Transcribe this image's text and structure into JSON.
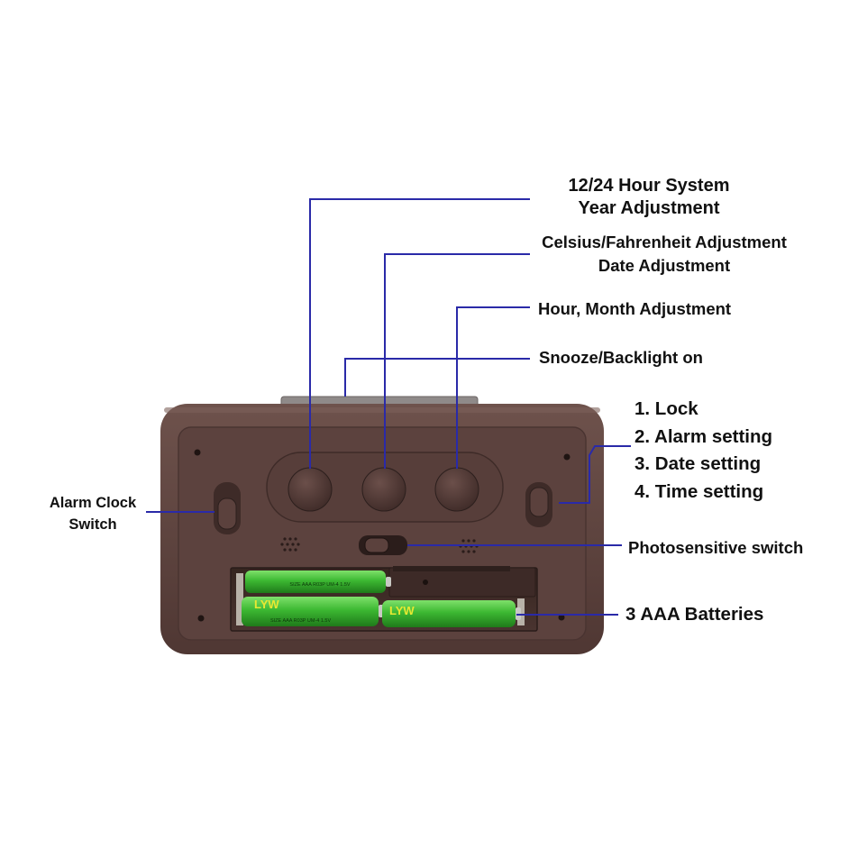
{
  "callouts": {
    "hour_system": [
      "12/24 Hour System",
      "Year Adjustment"
    ],
    "celsius": [
      "Celsius/Fahrenheit Adjustment",
      "Date Adjustment"
    ],
    "hour_month": "Hour, Month Adjustment",
    "snooze": "Snooze/Backlight on",
    "mode_list": [
      "1. Lock",
      "2. Alarm setting",
      "3. Date setting",
      "4. Time setting"
    ],
    "alarm_switch": [
      "Alarm Clock",
      "Switch"
    ],
    "photosensitive": "Photosensitive switch",
    "batteries": "3 AAA Batteries"
  },
  "device": {
    "battery_brand": "LYW",
    "battery_small_print": "SIZE AAA R03P UM-4 1.5V"
  },
  "colors": {
    "leader_line": "#2a2aa8",
    "case": "#5e4440",
    "battery": "#3cb832"
  }
}
